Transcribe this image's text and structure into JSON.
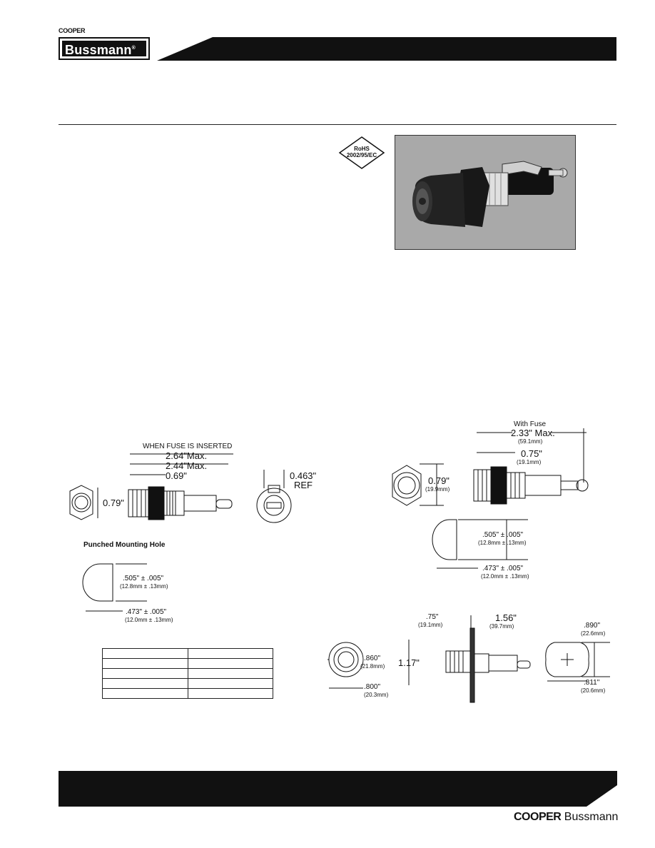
{
  "header": {
    "brand_small": "COOPER",
    "brand_main": "Bussmann",
    "brand_mark": "®"
  },
  "rohs": {
    "line1": "RoHS",
    "line2": "2002/95/EC"
  },
  "drawing_left": {
    "caption_fuse": "WHEN FUSE IS INSERTED",
    "dim_264": "2.64\"Max.",
    "dim_244": "2.44\"Max.",
    "dim_069": "0.69\"",
    "dim_079": "0.79\"",
    "dim_0463": "0.463\"",
    "dim_ref": "REF"
  },
  "mounting_hole": {
    "title": "Punched Mounting Hole",
    "dim_505": ".505\" ± .005\"",
    "dim_505_mm": "(12.8mm ± .13mm)",
    "dim_473": ".473\" ± .005\"",
    "dim_473_mm": "(12.0mm ± .13mm)"
  },
  "drawing_right": {
    "with_fuse": "With Fuse",
    "dim_233": "2.33\" Max.",
    "dim_233_mm": "(59.1mm)",
    "dim_075": "0.75\"",
    "dim_075_mm": "(19.1mm)",
    "dim_079": "0.79\"",
    "dim_079_mm": "(19.9mm)",
    "dim_505": ".505\" ± .005\"",
    "dim_505_mm": "(12.8mm ± .13mm)",
    "dim_473": ".473\" ± .005\"",
    "dim_473_mm": "(12.0mm ± .13mm)"
  },
  "drawing_bottom": {
    "dim_75": ".75\"",
    "dim_75_mm": "(19.1mm)",
    "dim_156": "1.56\"",
    "dim_156_mm": "(39.7mm)",
    "dim_890": ".890\"",
    "dim_890_mm": "(22.6mm)",
    "dim_860": ".860\"",
    "dim_860_mm": "(21.8mm)",
    "dim_117": "1.17\"",
    "dim_800": ".800\"",
    "dim_800_mm": "(20.3mm)",
    "dim_811": ".811\"",
    "dim_811_mm": "(20.6mm)"
  },
  "footer": {
    "brand_cooper": "COOPER",
    "brand_bussmann": "Bussmann"
  },
  "colors": {
    "ink": "#111111",
    "photo_bg": "#a9a9a9"
  }
}
